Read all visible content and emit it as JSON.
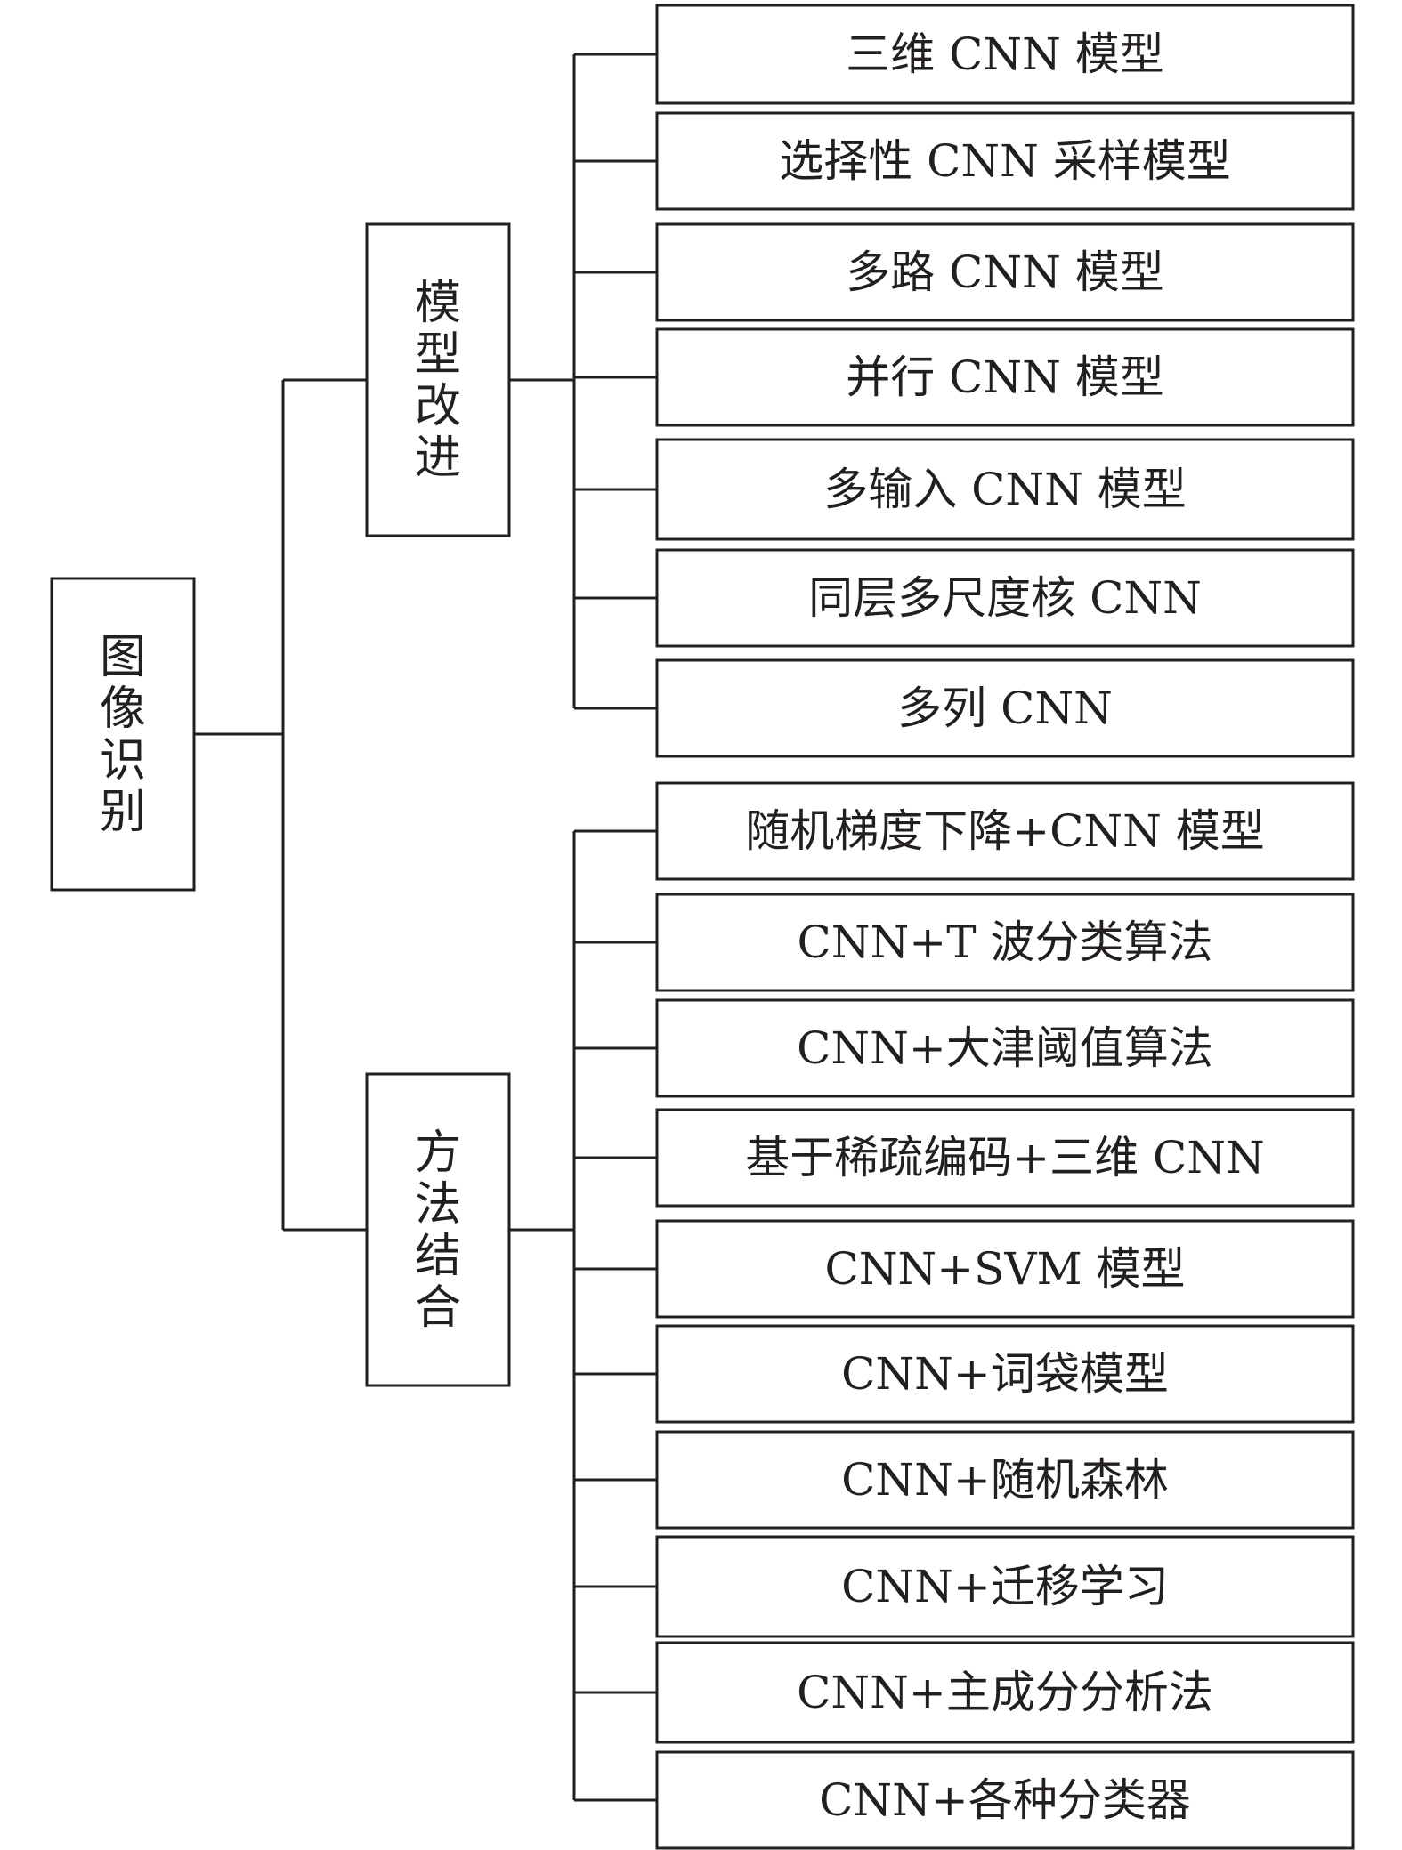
{
  "root": {
    "label": "图像识别"
  },
  "branches": [
    {
      "label": "模型改进",
      "items": [
        "三维 CNN 模型",
        "选择性 CNN 采样模型",
        "多路 CNN 模型",
        "并行 CNN 模型",
        "多输入 CNN 模型",
        "同层多尺度核 CNN",
        "多列 CNN"
      ]
    },
    {
      "label": "方法结合",
      "items": [
        "随机梯度下降+CNN 模型",
        "CNN+T 波分类算法",
        "CNN+大津阈值算法",
        "基于稀疏编码+三维 CNN",
        "CNN+SVM 模型",
        "CNN+词袋模型",
        "CNN+随机森林",
        "CNN+迁移学习",
        "CNN+主成分分析法",
        "CNN+各种分类器"
      ]
    }
  ]
}
